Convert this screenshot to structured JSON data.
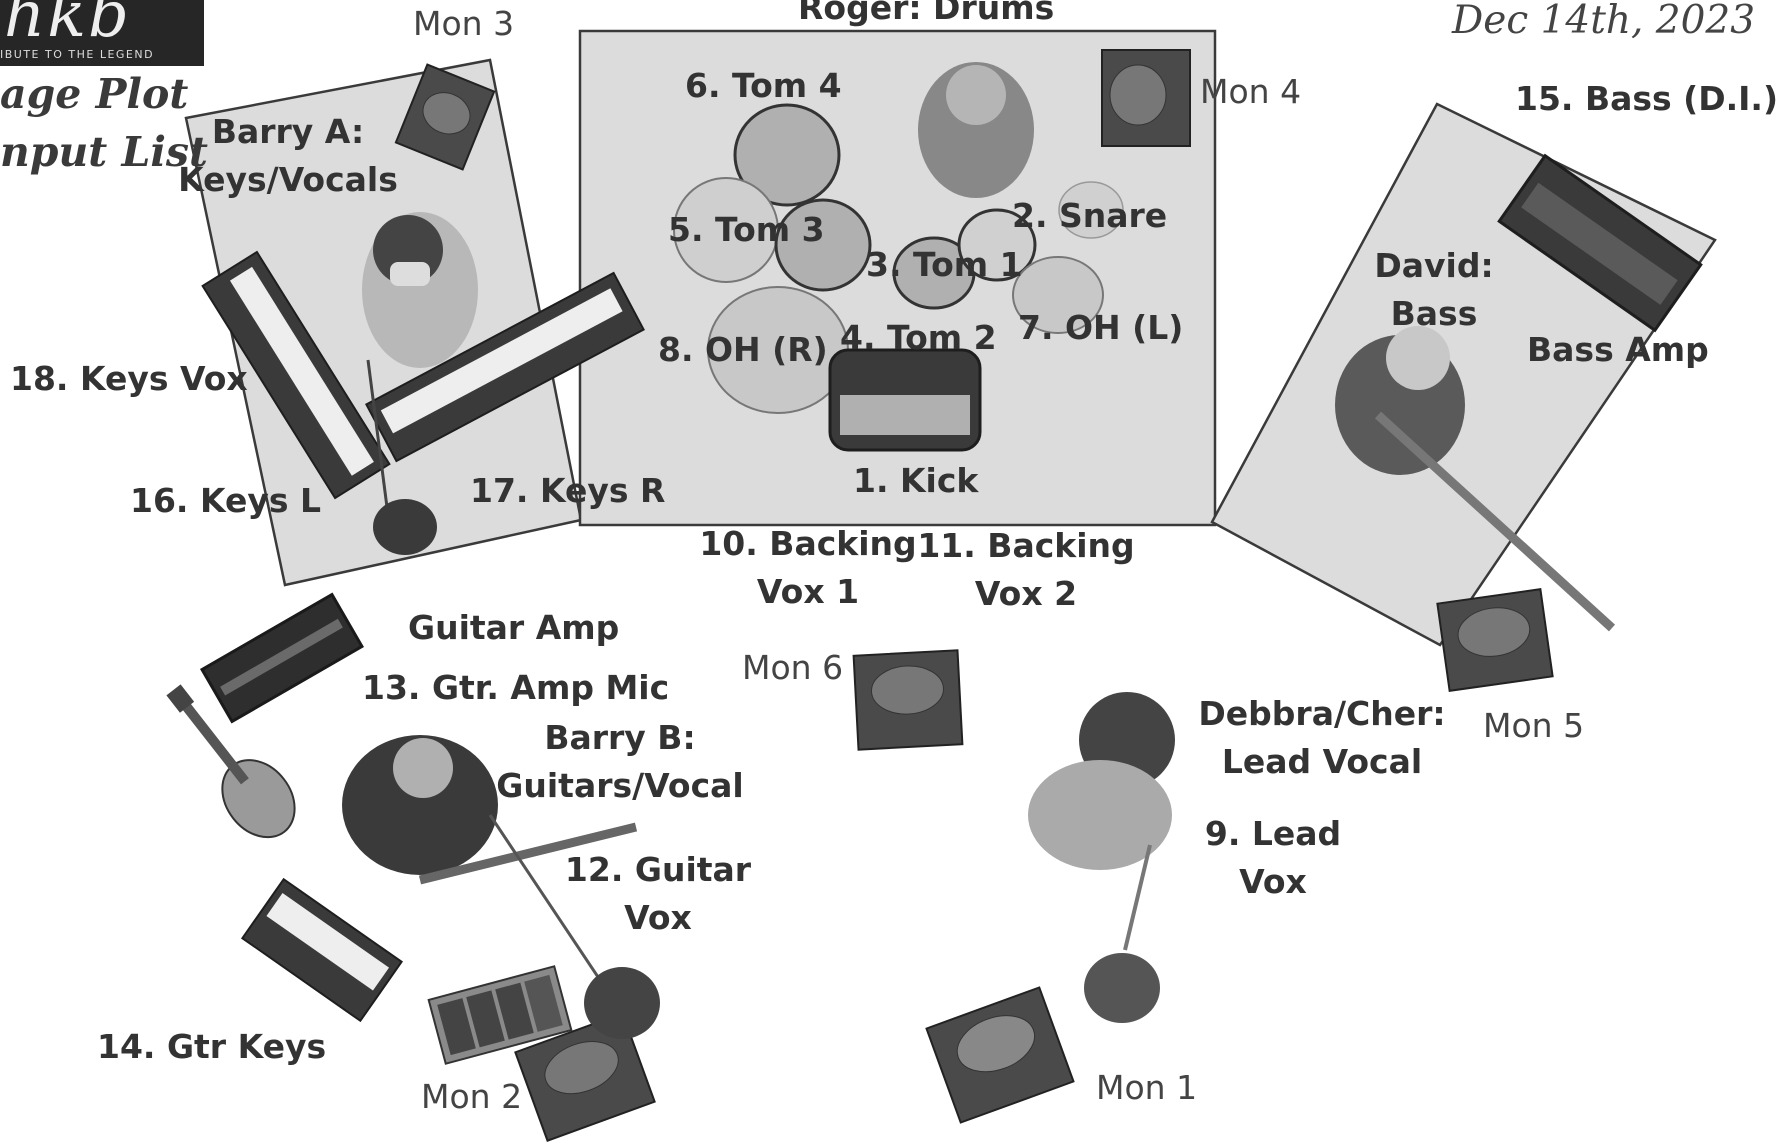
{
  "logo": {
    "mark": "hkb",
    "tagline": "IBUTE TO THE LEGEND"
  },
  "header": {
    "title_line1": "age Plot",
    "title_line2": "nput List",
    "top_label": "Roger: Drums",
    "date": "Dec 14th, 2023"
  },
  "zones": {
    "keys": {
      "line1": "Barry A:",
      "line2": "Keys/Vocals"
    },
    "bass": {
      "line1": "David:",
      "line2": "Bass"
    },
    "guitar": {
      "line1": "Barry B:",
      "line2": "Guitars/Vocal"
    },
    "lead": {
      "line1": "Debbra/Cher:",
      "line2": "Lead Vocal"
    }
  },
  "inputs": {
    "kick": "1. Kick",
    "snare": "2. Snare",
    "tom1": "3. Tom 1",
    "tom2": "4. Tom 2",
    "tom3": "5. Tom 3",
    "tom4": "6. Tom 4",
    "ohl": "7. OH (L)",
    "ohr": "8. OH (R)",
    "lead_vox": {
      "line1": "9. Lead",
      "line2": "Vox"
    },
    "backing1": {
      "line1": "10. Backing",
      "line2": "Vox 1"
    },
    "backing2": {
      "line1": "11. Backing",
      "line2": "Vox 2"
    },
    "guitar_vox": {
      "line1": "12. Guitar",
      "line2": "Vox"
    },
    "gtr_amp_mic": "13. Gtr. Amp Mic",
    "gtr_keys": "14. Gtr Keys",
    "bass_di": "15. Bass (D.I.)",
    "keys_l": "16. Keys L",
    "keys_r": "17. Keys R",
    "keys_vox": "18. Keys Vox"
  },
  "equipment": {
    "guitar_amp": "Guitar Amp",
    "bass_amp": "Bass Amp"
  },
  "monitors": {
    "mon1": "Mon 1",
    "mon2": "Mon 2",
    "mon3": "Mon 3",
    "mon4": "Mon 4",
    "mon5": "Mon 5",
    "mon6": "Mon 6"
  }
}
